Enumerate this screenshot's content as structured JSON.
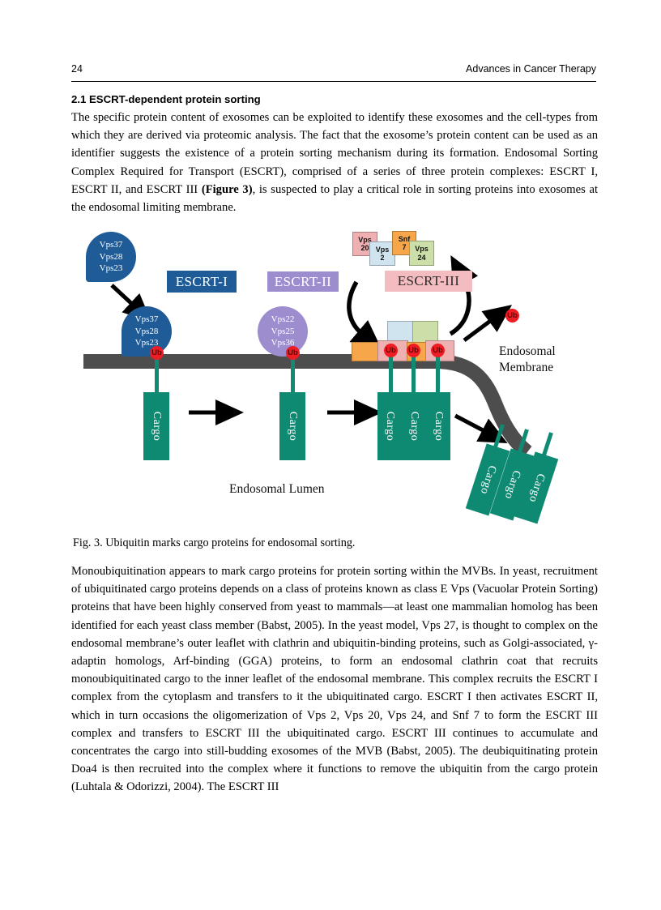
{
  "header": {
    "page_number": "24",
    "book_title": "Advances in Cancer Therapy"
  },
  "section": {
    "heading": "2.1 ESCRT-dependent protein sorting"
  },
  "paragraphs": {
    "intro_before_bold": "The specific protein content of exosomes can be exploited to identify these exosomes and the cell-types from which they are derived via proteomic analysis. The fact that the exosome’s protein content can be used as an identifier suggests the existence of a protein sorting mechanism during its formation. Endosomal Sorting Complex Required for Transport (ESCRT), comprised of a series of three protein complexes: ESCRT I, ESCRT II, and ESCRT III ",
    "intro_bold": "(Figure 3)",
    "intro_after_bold": ", is suspected to play a critical role in sorting proteins into exosomes at the endosomal limiting membrane.",
    "main": "Monoubiquitination appears to mark cargo proteins for protein sorting within the MVBs. In yeast, recruitment of ubiquitinated cargo proteins depends on a class of proteins known as class E Vps (Vacuolar Protein Sorting) proteins that have been highly conserved from yeast to mammals—at least one mammalian homolog has been identified for each yeast class member (Babst, 2005). In the yeast model, Vps 27, is thought to complex on the endosomal membrane’s outer leaflet with clathrin and ubiquitin-binding proteins, such as Golgi-associated, γ-adaptin homologs, Arf-binding (GGA) proteins, to form an endosomal clathrin coat that recruits monoubiquitinated cargo to the inner leaflet of the endosomal membrane. This complex recruits the ESCRT I complex from the cytoplasm and transfers to it the ubiquitinated cargo. ESCRT I then activates ESCRT II, which in turn occasions the oligomerization of Vps 2, Vps 20, Vps 24, and Snf 7 to form the ESCRT III complex and transfers to ESCRT III the ubiquitinated cargo. ESCRT III continues to accumulate and concentrates the cargo into still-budding exosomes of the MVB (Babst, 2005). The deubiquitinating protein Doa4 is then recruited into the complex where it functions to remove the ubiquitin from the cargo protein (Luhtala & Odorizzi, 2004). The ESCRT III"
  },
  "figure": {
    "caption": "Fig. 3. Ubiquitin marks cargo proteins for endosomal sorting.",
    "labels": {
      "escrt1": "ESCRT-I",
      "escrt2": "ESCRT-II",
      "escrt3": "ESCRT-III",
      "endosomal_membrane_line1": "Endosomal",
      "endosomal_membrane_line2": "Membrane",
      "endosomal_lumen": "Endosomal Lumen"
    },
    "escrt1_subunits": [
      "Vps37",
      "Vps28",
      "Vps23"
    ],
    "escrt2_subunits": [
      "Vps22",
      "Vps25",
      "Vps36"
    ],
    "escrt3_subunits": [
      {
        "name_line1": "Vps",
        "name_line2": "20",
        "color": "#efb0b2"
      },
      {
        "name_line1": "Vps",
        "name_line2": "2",
        "color": "#cfe4ef"
      },
      {
        "name_line1": "Snf",
        "name_line2": "7",
        "color": "#f7a74a"
      },
      {
        "name_line1": "Vps",
        "name_line2": "24",
        "color": "#cddfa8"
      }
    ],
    "ubiquitin_label": "Ub",
    "cargo_label": "Cargo",
    "cargo_count_membrane": 3,
    "cargo_count_budding": 3,
    "colors": {
      "escrt1": "#1f5c97",
      "escrt2": "#9d8dce",
      "escrt3": "#f2bcc0",
      "membrane": "#4d4d4d",
      "cargo": "#0e8a72",
      "ubiquitin": "#ee1c25"
    }
  }
}
